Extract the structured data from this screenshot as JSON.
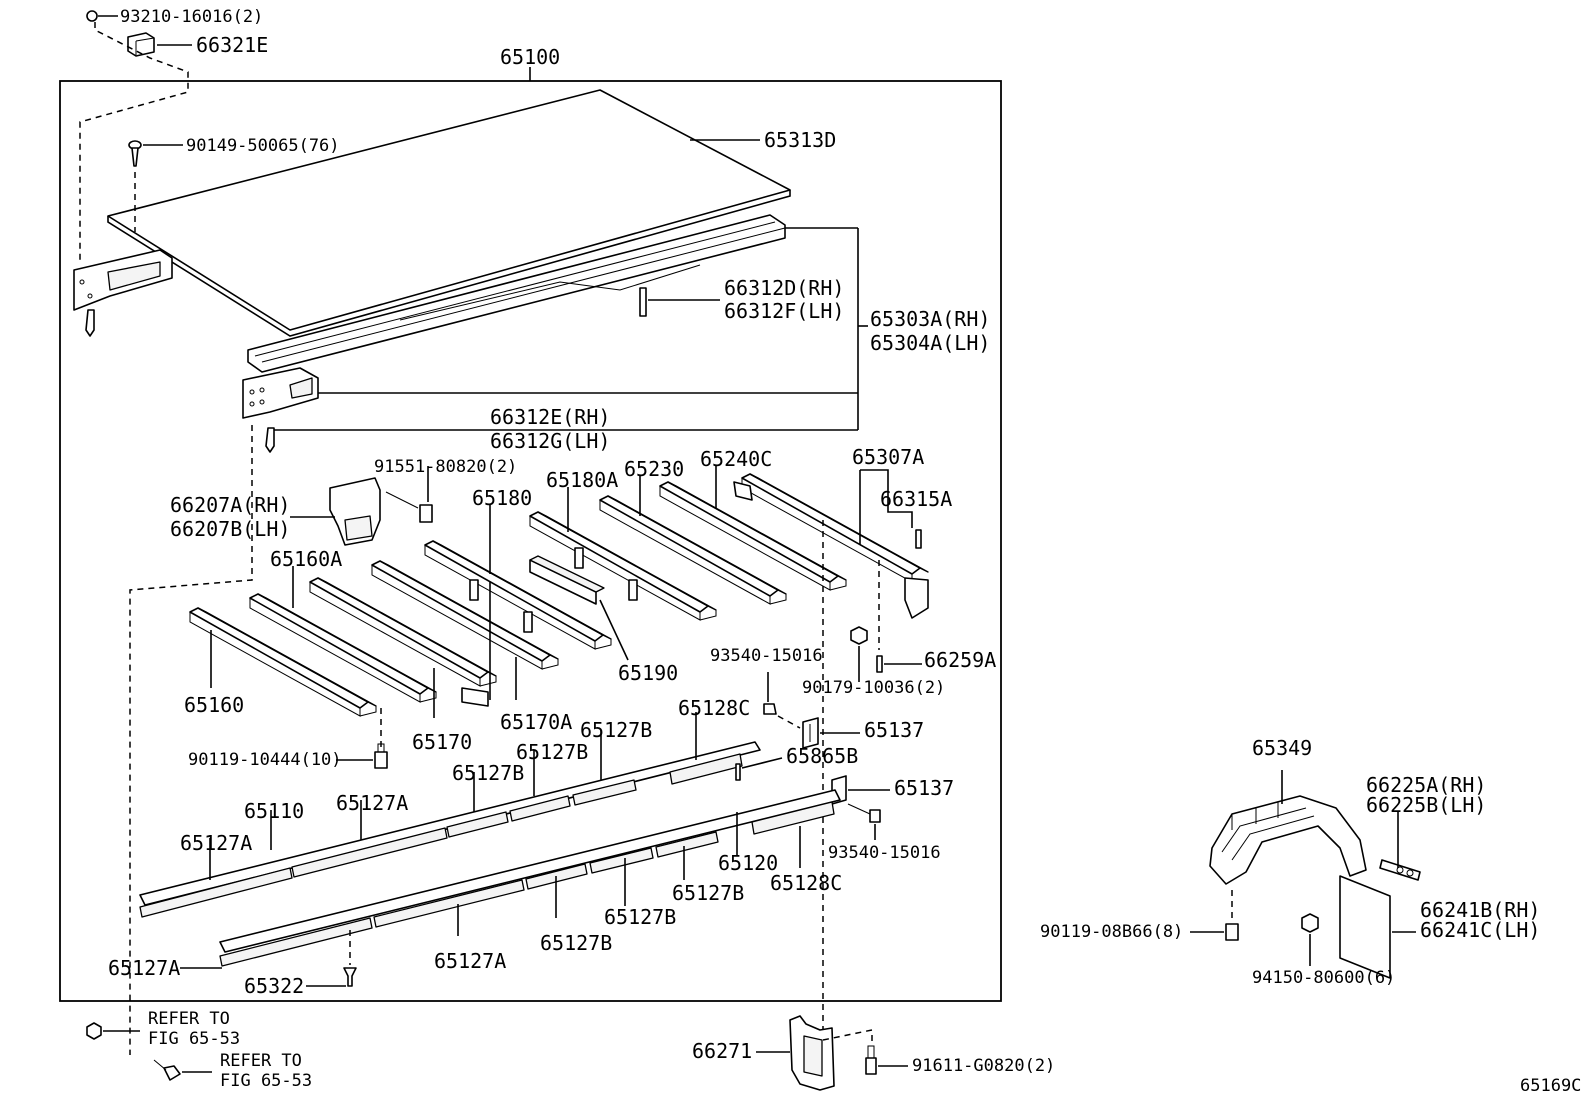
{
  "figure_id": "65169C",
  "labels": {
    "p93210": "93210-16016(2)",
    "p66321E": "66321E",
    "p65100": "65100",
    "p90149": "90149-50065(76)",
    "p65313D": "65313D",
    "p66312D": "66312D(RH)",
    "p66312F": "66312F(LH)",
    "p65303A": "65303A(RH)",
    "p65304A": "65304A(LH)",
    "p66312E": "66312E(RH)",
    "p66312G": "66312G(LH)",
    "p91551": "91551-80820(2)",
    "p66207A": "66207A(RH)",
    "p66207B": "66207B(LH)",
    "p65180": "65180",
    "p65180A": "65180A",
    "p65230": "65230",
    "p65240C": "65240C",
    "p65307A": "65307A",
    "p66315A": "66315A",
    "p65160A": "65160A",
    "p65190": "65190",
    "p93540a": "93540-15016",
    "p66259A": "66259A",
    "p90179": "90179-10036(2)",
    "p65160": "65160",
    "p65170": "65170",
    "p65170A": "65170A",
    "p65137a": "65137",
    "p65128Ca": "65128C",
    "p65127Ba": "65127B",
    "p65127Bb": "65127B",
    "p65127Bc": "65127B",
    "p90119a": "90119-10444(10)",
    "p65865B": "65865B",
    "p65110": "65110",
    "p65127Aa": "65127A",
    "p65137b": "65137",
    "p65127Ab": "65127A",
    "p93540b": "93540-15016",
    "p65120": "65120",
    "p65127Bd": "65127B",
    "p65128Cb": "65128C",
    "p65127Be": "65127B",
    "p65127Ac": "65127A",
    "p65127Bf": "65127B",
    "p65127Ad": "65127A",
    "p65322": "65322",
    "p65349": "65349",
    "p66225A": "66225A(RH)",
    "p66225B": "66225B(LH)",
    "p90119b": "90119-08B66(8)",
    "p66241B": "66241B(RH)",
    "p66241C": "66241C(LH)",
    "p94150": "94150-80600(6)",
    "refer1a": "REFER TO",
    "refer1b": "FIG 65-53",
    "refer2a": "REFER TO",
    "refer2b": "FIG 65-53",
    "p66271": "66271",
    "p91611": "91611-G0820(2)"
  }
}
